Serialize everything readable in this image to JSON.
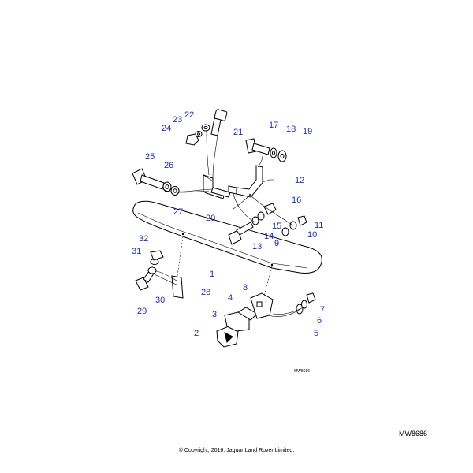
{
  "diagram": {
    "code_small": "MW8686",
    "code": "MW8686",
    "copyright": "© Copyright, 2016. Jaguar Land Rover Limited.",
    "callouts": [
      "1",
      "2",
      "3",
      "4",
      "5",
      "6",
      "7",
      "8",
      "9",
      "10",
      "11",
      "12",
      "13",
      "14",
      "15",
      "16",
      "17",
      "18",
      "19",
      "20",
      "21",
      "22",
      "23",
      "24",
      "25",
      "26",
      "27",
      "28",
      "29",
      "30",
      "31",
      "32"
    ]
  }
}
